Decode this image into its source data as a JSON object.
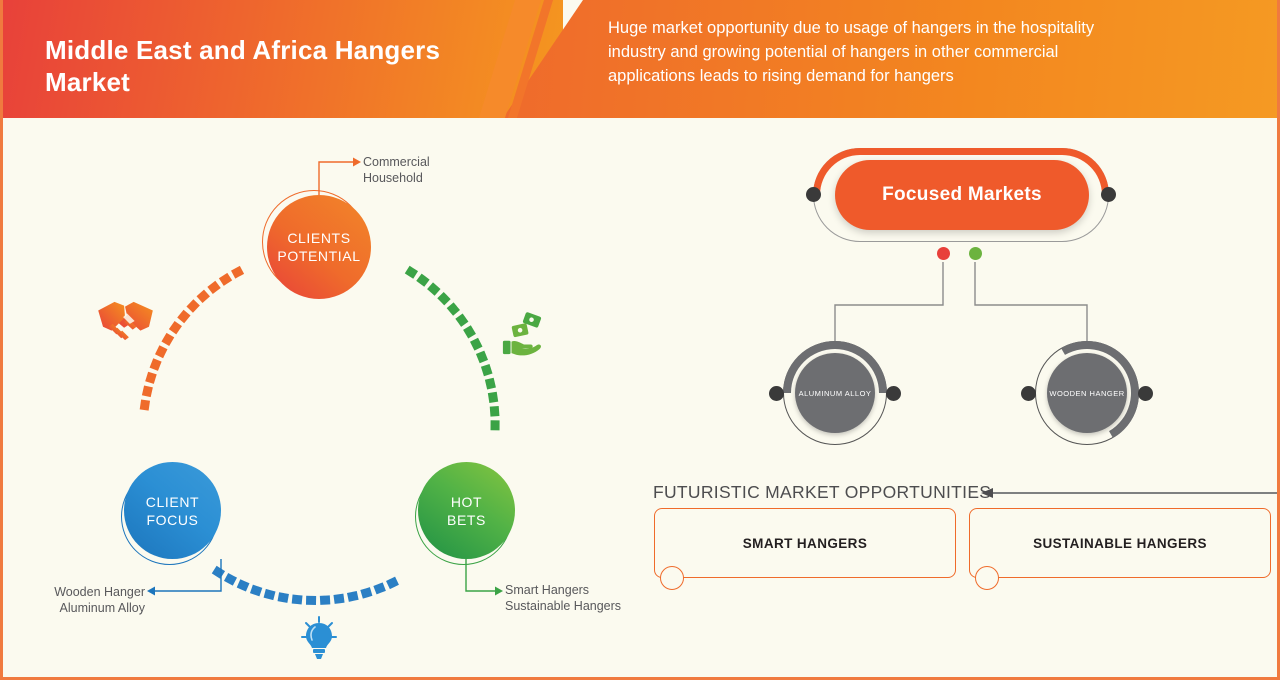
{
  "header": {
    "title": "Middle East and Africa Hangers Market",
    "subtitle": "Huge market opportunity due to usage of hangers in the hospitality industry and growing potential of hangers in other commercial applications leads to rising demand for hangers"
  },
  "cycle": {
    "nodes": [
      {
        "id": "clients-potential",
        "label": "CLIENTS\nPOTENTIAL",
        "line1": "CLIENTS",
        "line2": "POTENTIAL",
        "color": "#ef6b2b",
        "callout": "Commercial\nHousehold",
        "callout_line1": "Commercial",
        "callout_line2": "Household"
      },
      {
        "id": "hot-bets",
        "label": "HOT\nBETS",
        "line1": "HOT",
        "line2": "BETS",
        "color": "#3ba346",
        "callout_line1": "Smart Hangers",
        "callout_line2": "Sustainable Hangers"
      },
      {
        "id": "client-focus",
        "label": "CLIENT\nFOCUS",
        "line1": "CLIENT",
        "line2": "FOCUS",
        "color": "#1c75bc",
        "callout_line1": "Wooden Hanger",
        "callout_line2": "Aluminum Alloy"
      }
    ],
    "icons": [
      {
        "name": "handshake-icon",
        "color": "#ef6b2b"
      },
      {
        "name": "money-in-hand-icon",
        "color": "#4aa843"
      },
      {
        "name": "lightbulb-icon",
        "color": "#2b8fd4"
      }
    ]
  },
  "focused": {
    "title": "Focused Markets",
    "branches": [
      {
        "dot_color": "#e8403a",
        "label": "ALUMINUM ALLOY"
      },
      {
        "dot_color": "#6cb33f",
        "label": "WOODEN HANGER"
      }
    ]
  },
  "futuristic": {
    "title": "FUTURISTIC MARKET OPPORTUNITIES",
    "boxes": [
      {
        "label": "SMART HANGERS"
      },
      {
        "label": "SUSTAINABLE HANGERS"
      }
    ]
  },
  "colors": {
    "background": "#fbfaef",
    "border": "#f07a3f",
    "orange": "#ef6b2b",
    "red": "#e8413a",
    "blue": "#1c75bc",
    "green": "#3ba346",
    "gray": "#6d6e71",
    "text": "#58585b"
  }
}
